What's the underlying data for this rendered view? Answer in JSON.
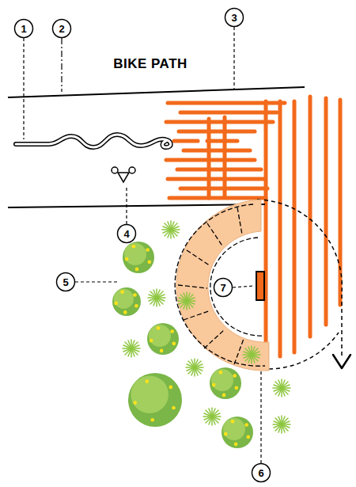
{
  "diagram": {
    "labels": [
      "BIKE PATH",
      "1",
      "2",
      "3",
      "4",
      "5",
      "6",
      "7"
    ]
  }
}
